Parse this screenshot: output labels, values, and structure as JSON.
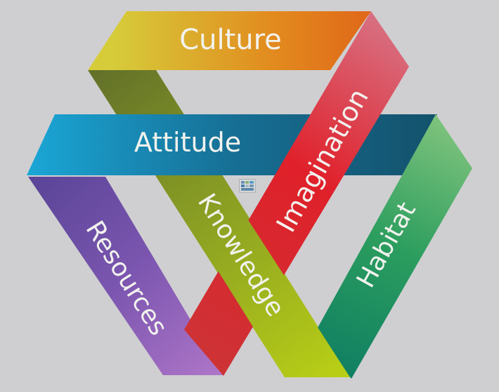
{
  "diagram": {
    "background": "#cfcfd1",
    "bands": [
      {
        "id": "culture",
        "label": "Culture",
        "colors": [
          "#d6cc3a",
          "#e28a1e",
          "#df5a17"
        ]
      },
      {
        "id": "attitude",
        "label": "Attitude",
        "colors": [
          "#1aa6d6",
          "#176f95",
          "#13526c"
        ]
      },
      {
        "id": "imagination",
        "label": "Imagination",
        "colors": [
          "#cc3436",
          "#e0202a",
          "#d77688"
        ]
      },
      {
        "id": "knowledge",
        "label": "Knowledge",
        "colors": [
          "#5d6b2a",
          "#8a9f23",
          "#b9cf16"
        ]
      },
      {
        "id": "resources",
        "label": "Resources",
        "colors": [
          "#5a4598",
          "#7c56b0",
          "#b077c9"
        ]
      },
      {
        "id": "habitat",
        "label": "Habitat",
        "colors": [
          "#0e7d63",
          "#2b9d5e",
          "#85c67f"
        ]
      }
    ],
    "center_icon": "grid-logo-icon"
  }
}
